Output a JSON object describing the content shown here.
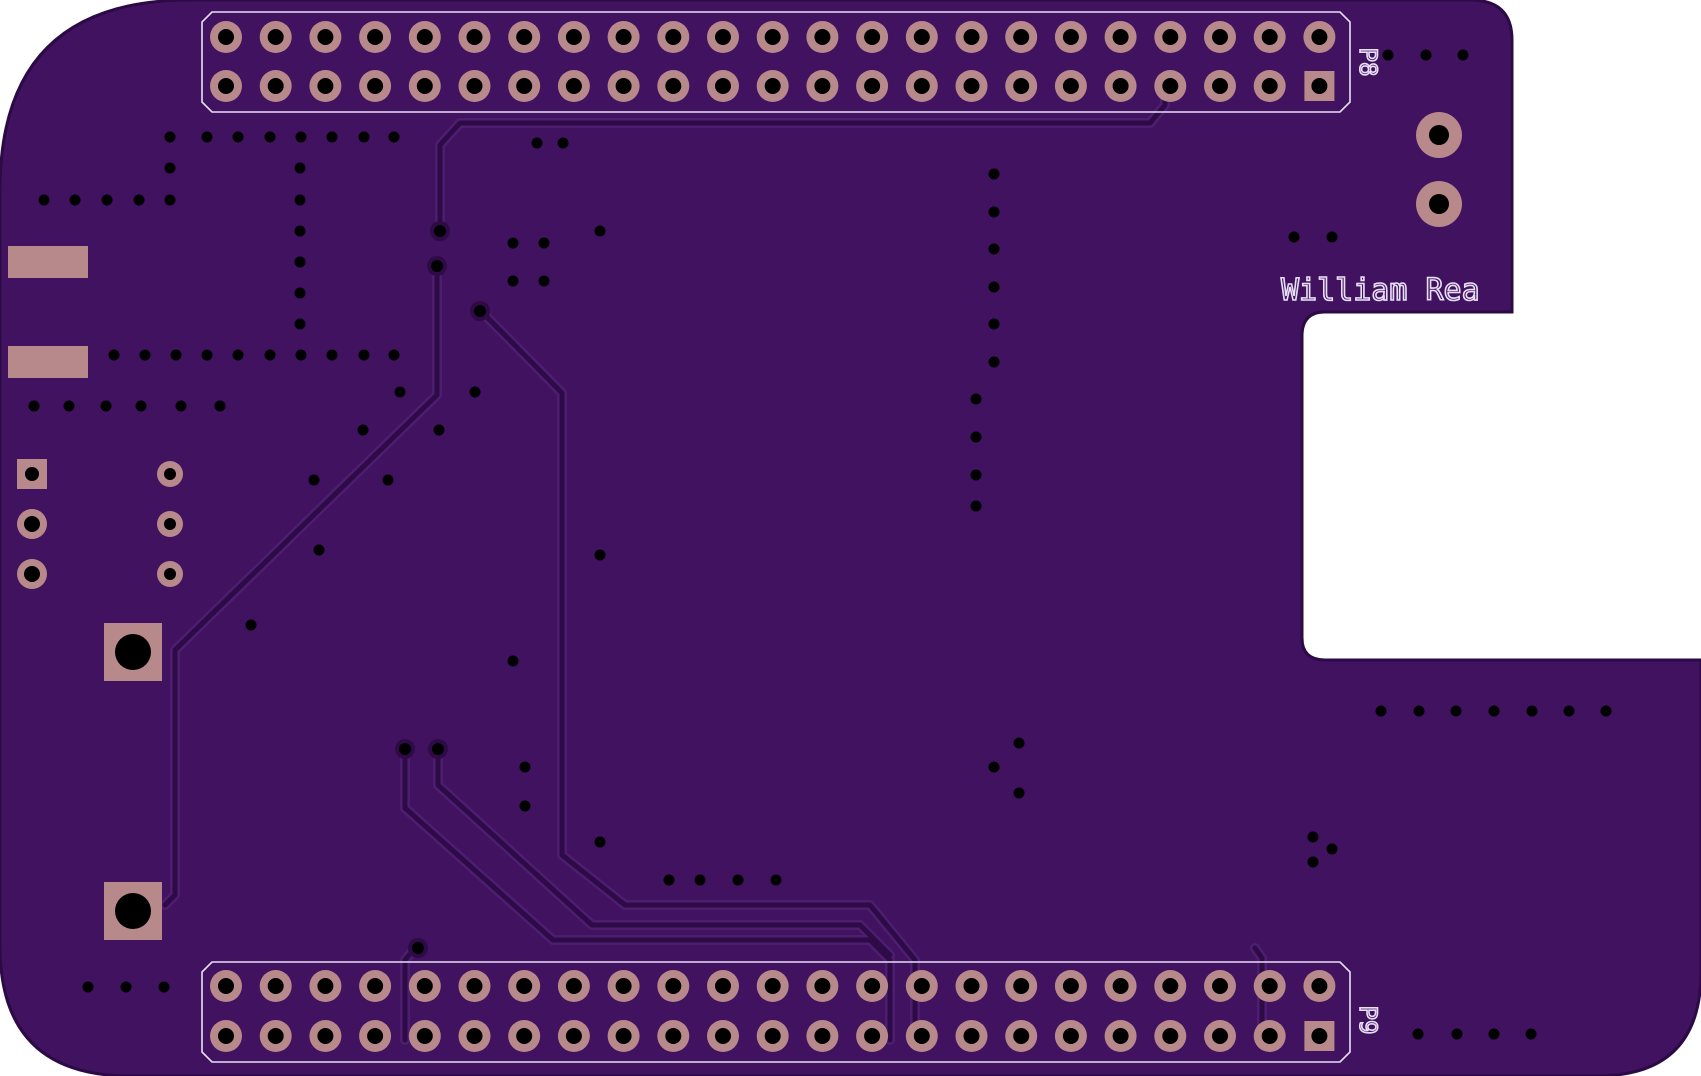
{
  "board": {
    "author_label": "William Rea",
    "header_top_label": "P8",
    "header_bottom_label": "P9"
  },
  "colors": {
    "board_fill": "#40125f",
    "board_edge": "#2c0a45",
    "trace": "#2e0b47",
    "trace_edge": "#4d1d70",
    "pad_copper": "#b8898a",
    "drill": "#000000",
    "silkscreen": "#e8dff5",
    "background": "#ffffff"
  },
  "headers": {
    "pins_per_row": 23,
    "rows": 2
  }
}
